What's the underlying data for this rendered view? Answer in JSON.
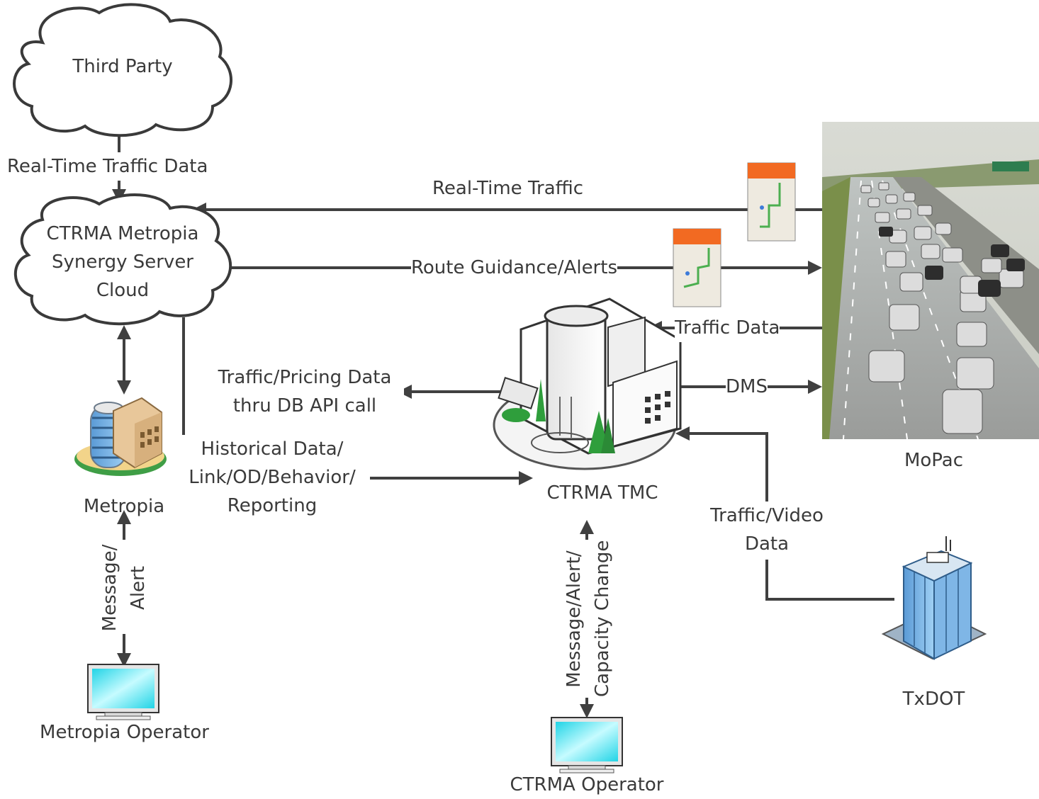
{
  "nodes": {
    "third_party": "Third Party",
    "server_line1": "CTRMA Metropia",
    "server_line2": "Synergy Server",
    "server_line3": "Cloud",
    "metropia": "Metropia",
    "metropia_operator": "Metropia Operator",
    "ctrma_tmc": "CTRMA TMC",
    "ctrma_operator": "CTRMA Operator",
    "mopac": "MoPac",
    "txdot": "TxDOT"
  },
  "edges": {
    "realtime_traffic_data": "Real-Time Traffic Data",
    "realtime_traffic": "Real-Time Traffic",
    "route_guidance": "Route Guidance/Alerts",
    "traffic_data": "Traffic Data",
    "dms": "DMS",
    "pricing_line1": "Traffic/Pricing Data",
    "pricing_line2": "thru DB API call",
    "historical_line1": "Historical Data/",
    "historical_line2": "Link/OD/Behavior/",
    "historical_line3": "Reporting",
    "video_line1": "Traffic/Video",
    "video_line2": "Data",
    "message_alert_line1": "Message/",
    "message_alert_line2": "Alert",
    "capacity_line1": "Message/Alert/",
    "capacity_line2": "Capacity Change"
  },
  "colors": {
    "line": "#404040",
    "text": "#3a3a3a",
    "monitor_screen": "#39e3ee",
    "map_header": "#f26a22",
    "tree_green": "#2f9e3c"
  },
  "icons": {
    "cloud": "cloud-shape",
    "metropia": "office-building-icon",
    "tmc": "control-center-building-icon",
    "monitor": "monitor-icon",
    "phone": "phone-map-icon",
    "highway": "highway-photo",
    "txdot": "glass-tower-icon"
  }
}
